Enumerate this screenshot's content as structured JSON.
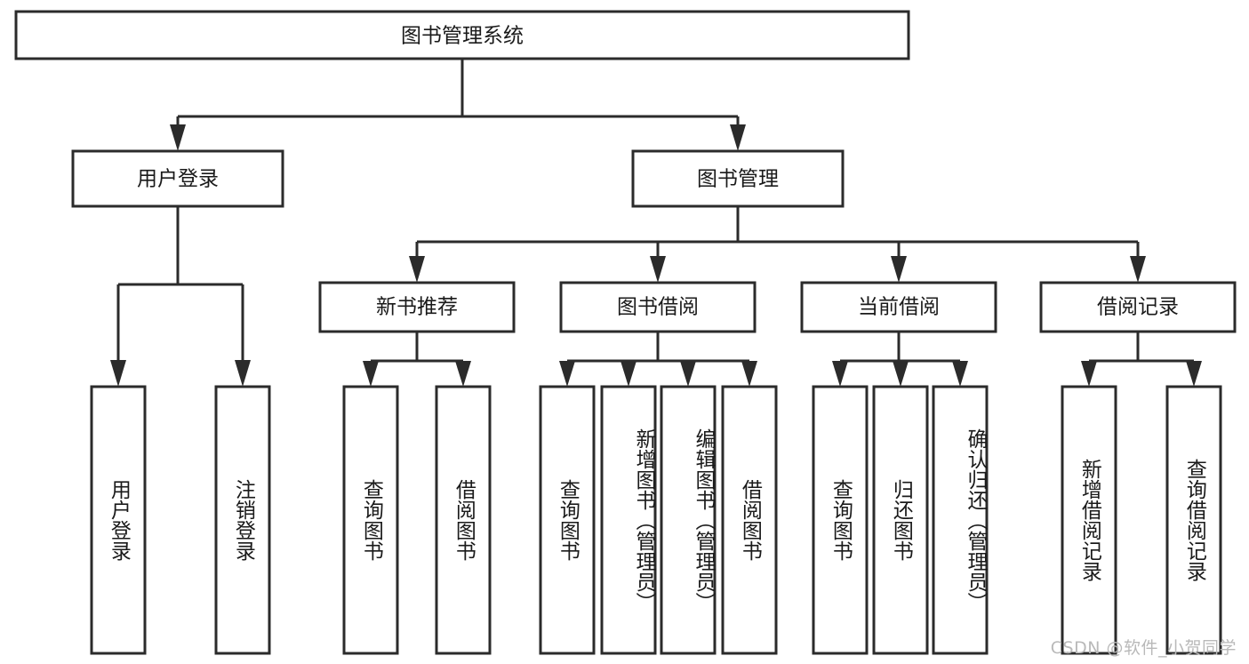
{
  "diagram": {
    "type": "tree-hierarchy",
    "title": "图书管理系统功能结构图",
    "root": {
      "id": "root",
      "label": "图书管理系统",
      "orientation": "horizontal"
    },
    "level2": [
      {
        "id": "user-login",
        "label": "用户登录",
        "orientation": "horizontal"
      },
      {
        "id": "book-manage",
        "label": "图书管理",
        "orientation": "horizontal"
      }
    ],
    "level3": [
      {
        "id": "new-book-recommend",
        "label": "新书推荐",
        "orientation": "horizontal",
        "parent": "book-manage"
      },
      {
        "id": "book-borrow",
        "label": "图书借阅",
        "orientation": "horizontal",
        "parent": "book-manage"
      },
      {
        "id": "current-borrow",
        "label": "当前借阅",
        "orientation": "horizontal",
        "parent": "book-manage"
      },
      {
        "id": "borrow-record",
        "label": "借阅记录",
        "orientation": "horizontal",
        "parent": "book-manage"
      }
    ],
    "leaves": [
      {
        "id": "leaf-user-login",
        "label": "用户登录",
        "orientation": "vertical",
        "parent": "user-login"
      },
      {
        "id": "leaf-user-logout",
        "label": "注销登录",
        "orientation": "vertical",
        "parent": "user-login"
      },
      {
        "id": "leaf-query-book-1",
        "label": "查询图书",
        "orientation": "vertical",
        "parent": "new-book-recommend"
      },
      {
        "id": "leaf-borrow-book-1",
        "label": "借阅图书",
        "orientation": "vertical",
        "parent": "new-book-recommend"
      },
      {
        "id": "leaf-query-book-2",
        "label": "查询图书",
        "orientation": "vertical",
        "parent": "book-borrow"
      },
      {
        "id": "leaf-add-book",
        "label": "新增图书（管理员）",
        "orientation": "vertical",
        "parent": "book-borrow"
      },
      {
        "id": "leaf-edit-book",
        "label": "编辑图书（管理员）",
        "orientation": "vertical",
        "parent": "book-borrow"
      },
      {
        "id": "leaf-borrow-book-2",
        "label": "借阅图书",
        "orientation": "vertical",
        "parent": "book-borrow"
      },
      {
        "id": "leaf-query-book-3",
        "label": "查询图书",
        "orientation": "vertical",
        "parent": "current-borrow"
      },
      {
        "id": "leaf-return-book",
        "label": "归还图书",
        "orientation": "vertical",
        "parent": "current-borrow"
      },
      {
        "id": "leaf-confirm-return",
        "label": "确认归还（管理员）",
        "orientation": "vertical",
        "parent": "current-borrow"
      },
      {
        "id": "leaf-add-record",
        "label": "新增借阅记录",
        "orientation": "vertical",
        "parent": "borrow-record"
      },
      {
        "id": "leaf-query-record",
        "label": "查询借阅记录",
        "orientation": "vertical",
        "parent": "borrow-record"
      }
    ]
  },
  "watermark": {
    "text": "CSDN @软件_小贺同学"
  },
  "colors": {
    "box_border": "#2b2b2b",
    "box_fill": "#ffffff",
    "text": "#1a1a1a",
    "connector": "#2b2b2b",
    "watermark": "#b9b9b9",
    "background": "#ffffff"
  }
}
